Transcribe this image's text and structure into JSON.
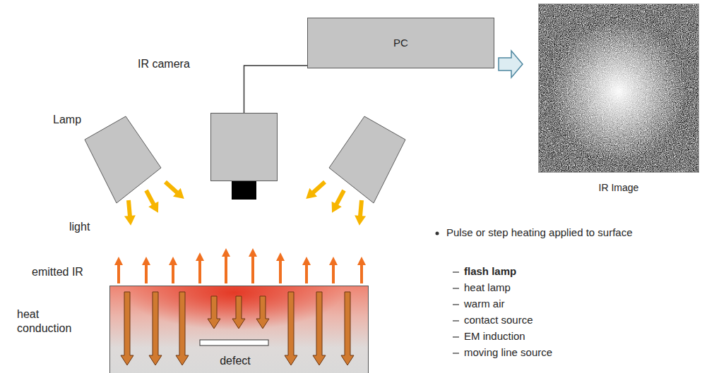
{
  "diagram": {
    "nodes": [
      {
        "text": [
          "IR camera"
        ]
      },
      {
        "text": [
          "PC"
        ]
      },
      {
        "text": [
          "IR Image"
        ]
      },
      {
        "text": [
          "defect"
        ]
      }
    ],
    "edges": [
      {
        "from": 0,
        "to": 1,
        "arrow": "none"
      },
      {
        "from": 1,
        "to": 2,
        "arrow": "to"
      }
    ],
    "labels": [
      "Lamp",
      "light",
      "emitted IR",
      "heat conduction",
      "Pulse or step heating applied to surface",
      "flash lamp",
      "heat lamp",
      "warm air",
      "contact source",
      "EM induction",
      "moving line source"
    ]
  }
}
